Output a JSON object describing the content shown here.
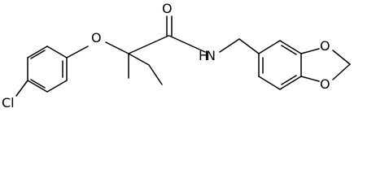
{
  "molecule": {
    "atom_labels": {
      "chlorine": "Cl",
      "ether_oxygen": "O",
      "carbonyl_oxygen": "O",
      "amide_nitrogen": "N",
      "amide_hydrogen": "H",
      "dioxole_oxygen_top": "O",
      "dioxole_oxygen_bottom": "O"
    },
    "colors": {
      "bond": "#000000",
      "label": "#000000",
      "background": "#ffffff"
    }
  }
}
